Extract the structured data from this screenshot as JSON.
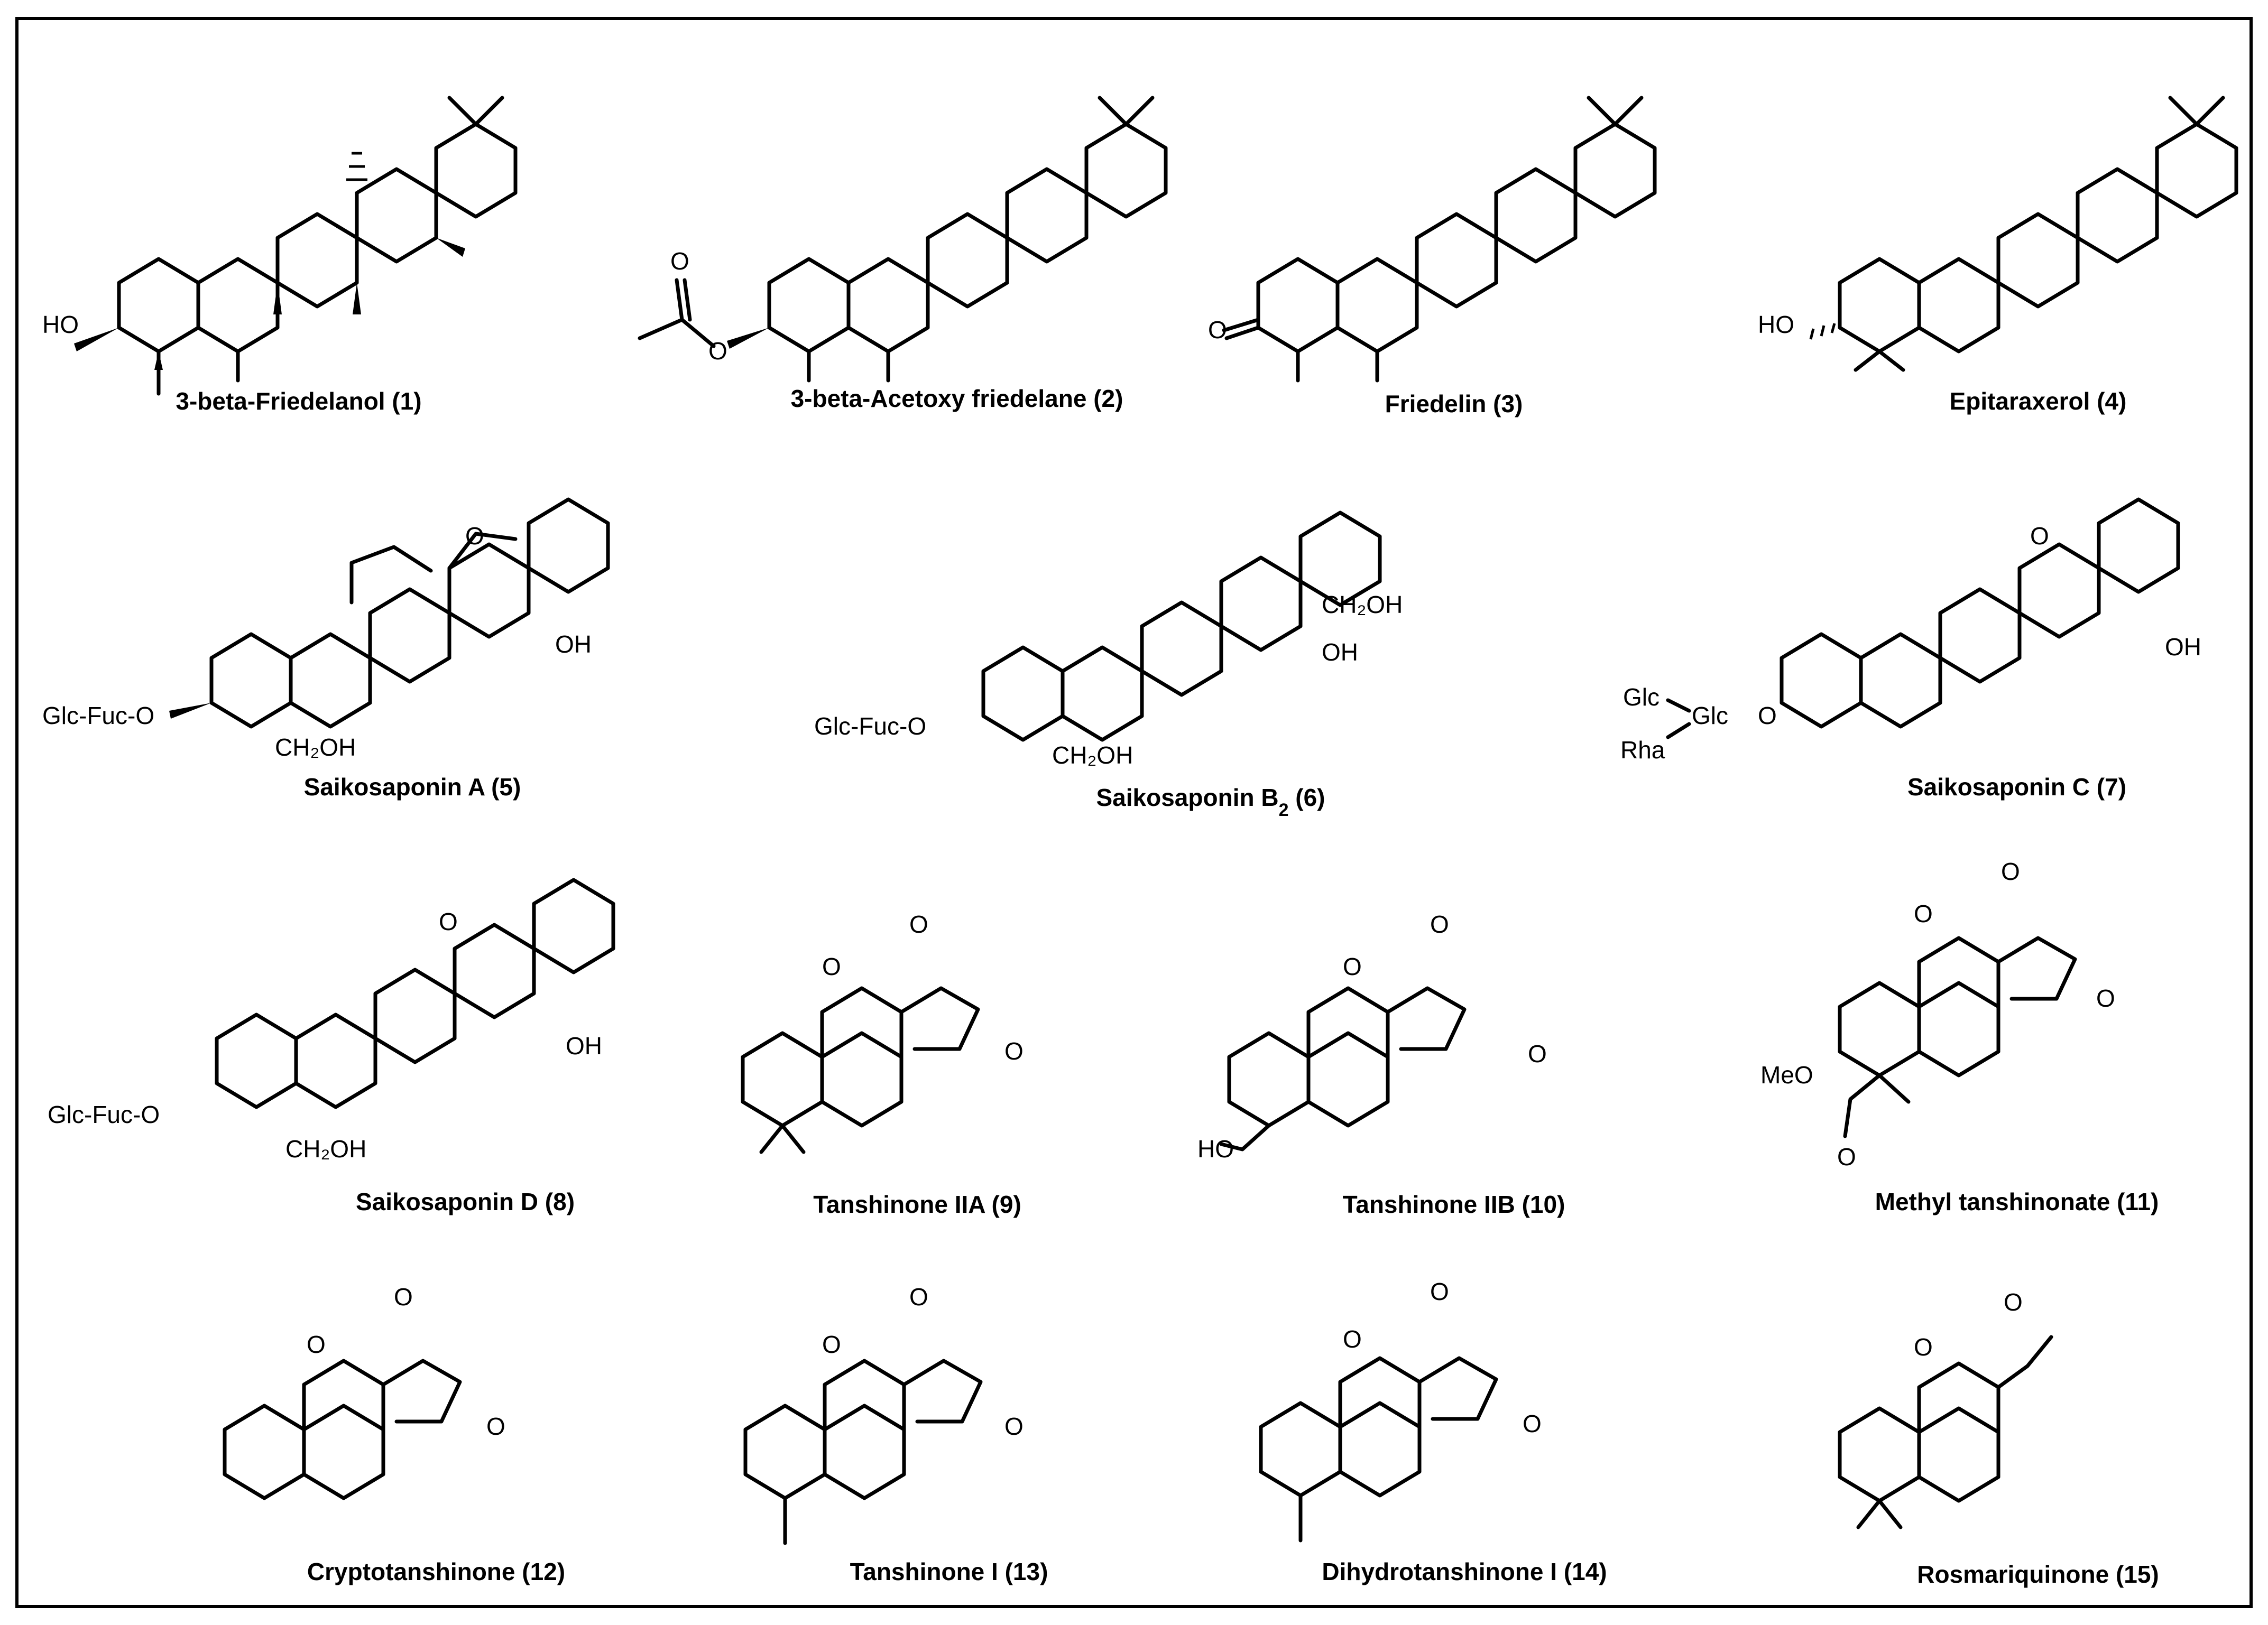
{
  "compounds": [
    {
      "name": "3-beta-Friedelanol (1)",
      "labels": [
        "HO"
      ]
    },
    {
      "name": "3-beta-Acetoxy friedelane (2)",
      "labels": [
        "O",
        "O"
      ]
    },
    {
      "name": "Friedelin (3)",
      "labels": [
        "O"
      ]
    },
    {
      "name": "Epitaraxerol (4)",
      "labels": [
        "HO"
      ]
    },
    {
      "name": "Saikosaponin A (5)",
      "labels": [
        "Glc-Fuc-O",
        "CH₂OH",
        "OH",
        "O"
      ]
    },
    {
      "name_prefix": "Saikosaponin B",
      "name_sub": "2",
      "name_suffix": " (6)",
      "labels": [
        "Glc-Fuc-O",
        "CH₂OH",
        "CH₂OH",
        "OH"
      ]
    },
    {
      "name": "Saikosaponin C (7)",
      "labels": [
        "Glc",
        "Glc",
        "Rha",
        "O",
        "OH",
        "O"
      ]
    },
    {
      "name": "Saikosaponin D (8)",
      "labels": [
        "Glc-Fuc-O",
        "CH₂OH",
        "OH",
        "O"
      ]
    },
    {
      "name": "Tanshinone IIA (9)",
      "labels": [
        "O",
        "O",
        "O"
      ]
    },
    {
      "name": "Tanshinone IIB (10)",
      "labels": [
        "O",
        "O",
        "O",
        "HO"
      ]
    },
    {
      "name": "Methyl tanshinonate (11)",
      "labels": [
        "O",
        "O",
        "O",
        "MeO",
        "O"
      ]
    },
    {
      "name": "Cryptotanshinone (12)",
      "labels": [
        "O",
        "O",
        "O"
      ]
    },
    {
      "name": "Tanshinone I (13)",
      "labels": [
        "O",
        "O",
        "O"
      ]
    },
    {
      "name": "Dihydrotanshinone I (14)",
      "labels": [
        "O",
        "O",
        "O"
      ]
    },
    {
      "name": "Rosmariquinone (15)",
      "labels": [
        "O",
        "O"
      ]
    }
  ]
}
